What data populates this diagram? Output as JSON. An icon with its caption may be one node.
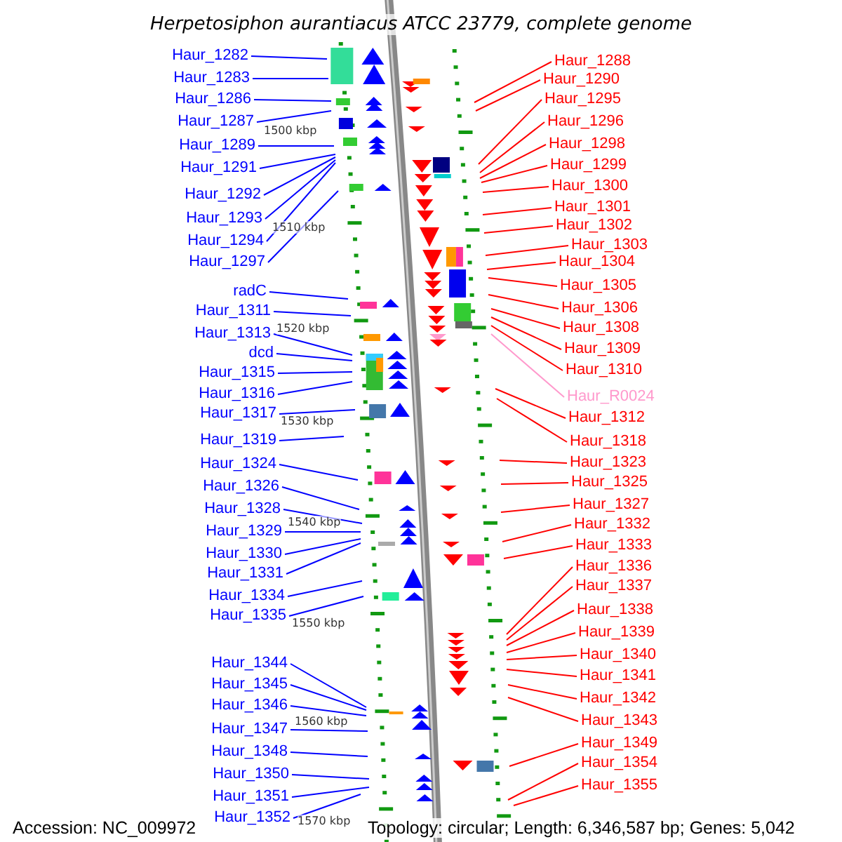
{
  "diagram": {
    "title": "Herpetosiphon aurantiacus ATCC 23779, complete genome",
    "nodes": [
      {
        "text": [
          "Haur_1282"
        ]
      },
      {
        "text": [
          "Haur_1283"
        ]
      },
      {
        "text": [
          "Haur_1286"
        ]
      },
      {
        "text": [
          "Haur_1287"
        ]
      },
      {
        "text": [
          "Haur_1289"
        ]
      },
      {
        "text": [
          "Haur_1291"
        ]
      },
      {
        "text": [
          "Haur_1292"
        ]
      },
      {
        "text": [
          "Haur_1293"
        ]
      },
      {
        "text": [
          "Haur_1294"
        ]
      },
      {
        "text": [
          "Haur_1297"
        ]
      },
      {
        "text": [
          "radC"
        ]
      },
      {
        "text": [
          "Haur_1311"
        ]
      },
      {
        "text": [
          "Haur_1313"
        ]
      },
      {
        "text": [
          "dcd"
        ]
      },
      {
        "text": [
          "Haur_1315"
        ]
      },
      {
        "text": [
          "Haur_1316"
        ]
      },
      {
        "text": [
          "Haur_1317"
        ]
      },
      {
        "text": [
          "Haur_1319"
        ]
      },
      {
        "text": [
          "Haur_1324"
        ]
      },
      {
        "text": [
          "Haur_1326"
        ]
      },
      {
        "text": [
          "Haur_1328"
        ]
      },
      {
        "text": [
          "Haur_1329"
        ]
      },
      {
        "text": [
          "Haur_1330"
        ]
      },
      {
        "text": [
          "Haur_1331"
        ]
      },
      {
        "text": [
          "Haur_1334"
        ]
      },
      {
        "text": [
          "Haur_1335"
        ]
      },
      {
        "text": [
          "Haur_1344"
        ]
      },
      {
        "text": [
          "Haur_1345"
        ]
      },
      {
        "text": [
          "Haur_1346"
        ]
      },
      {
        "text": [
          "Haur_1347"
        ]
      },
      {
        "text": [
          "Haur_1348"
        ]
      },
      {
        "text": [
          "Haur_1350"
        ]
      },
      {
        "text": [
          "Haur_1351"
        ]
      },
      {
        "text": [
          "Haur_1352"
        ]
      },
      {
        "text": [
          "Haur_1288"
        ]
      },
      {
        "text": [
          "Haur_1290"
        ]
      },
      {
        "text": [
          "Haur_1295"
        ]
      },
      {
        "text": [
          "Haur_1296"
        ]
      },
      {
        "text": [
          "Haur_1298"
        ]
      },
      {
        "text": [
          "Haur_1299"
        ]
      },
      {
        "text": [
          "Haur_1300"
        ]
      },
      {
        "text": [
          "Haur_1301"
        ]
      },
      {
        "text": [
          "Haur_1302"
        ]
      },
      {
        "text": [
          "Haur_1303"
        ]
      },
      {
        "text": [
          "Haur_1304"
        ]
      },
      {
        "text": [
          "Haur_1305"
        ]
      },
      {
        "text": [
          "Haur_1306"
        ]
      },
      {
        "text": [
          "Haur_1308"
        ]
      },
      {
        "text": [
          "Haur_1309"
        ]
      },
      {
        "text": [
          "Haur_1310"
        ]
      },
      {
        "text": [
          "Haur_R0024"
        ]
      },
      {
        "text": [
          "Haur_1312"
        ]
      },
      {
        "text": [
          "Haur_1318"
        ]
      },
      {
        "text": [
          "Haur_1323"
        ]
      },
      {
        "text": [
          "Haur_1325"
        ]
      },
      {
        "text": [
          "Haur_1327"
        ]
      },
      {
        "text": [
          "Haur_1332"
        ]
      },
      {
        "text": [
          "Haur_1333"
        ]
      },
      {
        "text": [
          "Haur_1336"
        ]
      },
      {
        "text": [
          "Haur_1337"
        ]
      },
      {
        "text": [
          "Haur_1338"
        ]
      },
      {
        "text": [
          "Haur_1339"
        ]
      },
      {
        "text": [
          "Haur_1340"
        ]
      },
      {
        "text": [
          "Haur_1341"
        ]
      },
      {
        "text": [
          "Haur_1342"
        ]
      },
      {
        "text": [
          "Haur_1343"
        ]
      },
      {
        "text": [
          "Haur_1349"
        ]
      },
      {
        "text": [
          "Haur_1354"
        ]
      },
      {
        "text": [
          "Haur_1355"
        ]
      }
    ],
    "edges": [
      {
        "from": 0,
        "to": null,
        "arrow": "none",
        "color": "#0000ff"
      },
      {
        "from": 1,
        "to": null,
        "arrow": "none",
        "color": "#0000ff"
      },
      {
        "from": 2,
        "to": null,
        "arrow": "none",
        "color": "#0000ff"
      },
      {
        "from": 3,
        "to": null,
        "arrow": "none",
        "color": "#0000ff"
      },
      {
        "from": 4,
        "to": null,
        "arrow": "none",
        "color": "#0000ff"
      },
      {
        "from": 5,
        "to": null,
        "arrow": "none",
        "color": "#0000ff"
      },
      {
        "from": 6,
        "to": null,
        "arrow": "none",
        "color": "#0000ff"
      },
      {
        "from": 7,
        "to": null,
        "arrow": "none",
        "color": "#0000ff"
      },
      {
        "from": 8,
        "to": null,
        "arrow": "none",
        "color": "#0000ff"
      },
      {
        "from": 9,
        "to": null,
        "arrow": "none",
        "color": "#0000ff"
      },
      {
        "from": 10,
        "to": null,
        "arrow": "none",
        "color": "#0000ff"
      },
      {
        "from": 11,
        "to": null,
        "arrow": "none",
        "color": "#0000ff"
      },
      {
        "from": 12,
        "to": null,
        "arrow": "none",
        "color": "#0000ff"
      },
      {
        "from": 13,
        "to": null,
        "arrow": "none",
        "color": "#0000ff"
      },
      {
        "from": 14,
        "to": null,
        "arrow": "none",
        "color": "#0000ff"
      },
      {
        "from": 15,
        "to": null,
        "arrow": "none",
        "color": "#0000ff"
      },
      {
        "from": 16,
        "to": null,
        "arrow": "none",
        "color": "#0000ff"
      },
      {
        "from": 17,
        "to": null,
        "arrow": "none",
        "color": "#0000ff"
      },
      {
        "from": 18,
        "to": null,
        "arrow": "none",
        "color": "#0000ff"
      },
      {
        "from": 19,
        "to": null,
        "arrow": "none",
        "color": "#0000ff"
      },
      {
        "from": 20,
        "to": null,
        "arrow": "none",
        "color": "#0000ff"
      },
      {
        "from": 21,
        "to": null,
        "arrow": "none",
        "color": "#0000ff"
      },
      {
        "from": 22,
        "to": null,
        "arrow": "none",
        "color": "#0000ff"
      },
      {
        "from": 23,
        "to": null,
        "arrow": "none",
        "color": "#0000ff"
      },
      {
        "from": 24,
        "to": null,
        "arrow": "none",
        "color": "#0000ff"
      },
      {
        "from": 25,
        "to": null,
        "arrow": "none",
        "color": "#0000ff"
      },
      {
        "from": 26,
        "to": null,
        "arrow": "none",
        "color": "#0000ff"
      },
      {
        "from": 27,
        "to": null,
        "arrow": "none",
        "color": "#0000ff"
      },
      {
        "from": 28,
        "to": null,
        "arrow": "none",
        "color": "#0000ff"
      },
      {
        "from": 29,
        "to": null,
        "arrow": "none",
        "color": "#0000ff"
      },
      {
        "from": 30,
        "to": null,
        "arrow": "none",
        "color": "#0000ff"
      },
      {
        "from": 31,
        "to": null,
        "arrow": "none",
        "color": "#0000ff"
      },
      {
        "from": 32,
        "to": null,
        "arrow": "none",
        "color": "#0000ff"
      },
      {
        "from": 33,
        "to": null,
        "arrow": "none",
        "color": "#0000ff"
      },
      {
        "from": 34,
        "to": null,
        "arrow": "none",
        "color": "#ff0000"
      },
      {
        "from": 35,
        "to": null,
        "arrow": "none",
        "color": "#ff0000"
      },
      {
        "from": 36,
        "to": null,
        "arrow": "none",
        "color": "#ff0000"
      },
      {
        "from": 37,
        "to": null,
        "arrow": "none",
        "color": "#ff0000"
      },
      {
        "from": 38,
        "to": null,
        "arrow": "none",
        "color": "#ff0000"
      },
      {
        "from": 39,
        "to": null,
        "arrow": "none",
        "color": "#ff0000"
      },
      {
        "from": 40,
        "to": null,
        "arrow": "none",
        "color": "#ff0000"
      },
      {
        "from": 41,
        "to": null,
        "arrow": "none",
        "color": "#ff0000"
      },
      {
        "from": 42,
        "to": null,
        "arrow": "none",
        "color": "#ff0000"
      },
      {
        "from": 43,
        "to": null,
        "arrow": "none",
        "color": "#ff0000"
      },
      {
        "from": 44,
        "to": null,
        "arrow": "none",
        "color": "#ff0000"
      },
      {
        "from": 45,
        "to": null,
        "arrow": "none",
        "color": "#ff0000"
      },
      {
        "from": 46,
        "to": null,
        "arrow": "none",
        "color": "#ff0000"
      },
      {
        "from": 47,
        "to": null,
        "arrow": "none",
        "color": "#ff0000"
      },
      {
        "from": 48,
        "to": null,
        "arrow": "none",
        "color": "#ff0000"
      },
      {
        "from": 49,
        "to": null,
        "arrow": "none",
        "color": "#ff0000"
      },
      {
        "from": 50,
        "to": null,
        "arrow": "none",
        "color": "#ff99cc"
      },
      {
        "from": 51,
        "to": null,
        "arrow": "none",
        "color": "#ff0000"
      },
      {
        "from": 52,
        "to": null,
        "arrow": "none",
        "color": "#ff0000"
      },
      {
        "from": 53,
        "to": null,
        "arrow": "none",
        "color": "#ff0000"
      },
      {
        "from": 54,
        "to": null,
        "arrow": "none",
        "color": "#ff0000"
      },
      {
        "from": 55,
        "to": null,
        "arrow": "none",
        "color": "#ff0000"
      },
      {
        "from": 56,
        "to": null,
        "arrow": "none",
        "color": "#ff0000"
      },
      {
        "from": 57,
        "to": null,
        "arrow": "none",
        "color": "#ff0000"
      },
      {
        "from": 58,
        "to": null,
        "arrow": "none",
        "color": "#ff0000"
      },
      {
        "from": 59,
        "to": null,
        "arrow": "none",
        "color": "#ff0000"
      },
      {
        "from": 60,
        "to": null,
        "arrow": "none",
        "color": "#ff0000"
      },
      {
        "from": 61,
        "to": null,
        "arrow": "none",
        "color": "#ff0000"
      },
      {
        "from": 62,
        "to": null,
        "arrow": "none",
        "color": "#ff0000"
      },
      {
        "from": 63,
        "to": null,
        "arrow": "none",
        "color": "#ff0000"
      },
      {
        "from": 64,
        "to": null,
        "arrow": "none",
        "color": "#ff0000"
      },
      {
        "from": 65,
        "to": null,
        "arrow": "none",
        "color": "#ff0000"
      },
      {
        "from": 66,
        "to": null,
        "arrow": "none",
        "color": "#ff0000"
      },
      {
        "from": 67,
        "to": null,
        "arrow": "none",
        "color": "#ff0000"
      },
      {
        "from": 68,
        "to": null,
        "arrow": "none",
        "color": "#ff0000"
      }
    ],
    "labels": [
      "1500 kbp",
      "1510 kbp",
      "1520 kbp",
      "1530 kbp",
      "1540 kbp",
      "1550 kbp",
      "1560 kbp",
      "1570 kbp",
      "Accession: NC_009972",
      "Topology: circular; Length: 6,346,587 bp; Genes: 5,042"
    ]
  }
}
